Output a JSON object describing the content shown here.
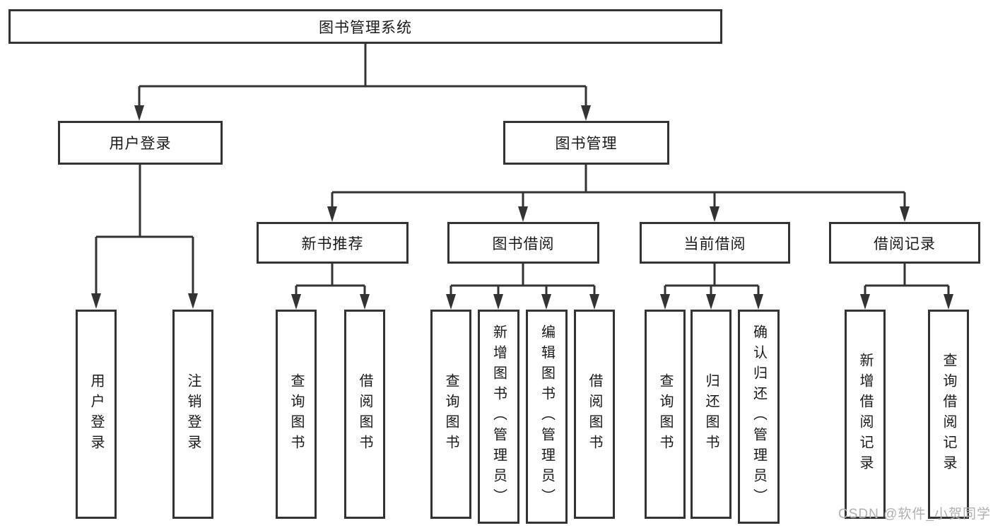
{
  "diagram": {
    "root": {
      "label": "图书管理系统"
    },
    "user_login": {
      "label": "用户登录",
      "children": [
        {
          "label": "用户登录"
        },
        {
          "label": "注销登录"
        }
      ]
    },
    "book_management": {
      "label": "图书管理",
      "children": [
        {
          "label": "新书推荐",
          "children": [
            {
              "label": "查询图书"
            },
            {
              "label": "借阅图书"
            }
          ]
        },
        {
          "label": "图书借阅",
          "children": [
            {
              "label": "查询图书"
            },
            {
              "label": "新增图书（管理员）"
            },
            {
              "label": "编辑图书（管理员）"
            },
            {
              "label": "借阅图书"
            }
          ]
        },
        {
          "label": "当前借阅",
          "children": [
            {
              "label": "查询图书"
            },
            {
              "label": "归还图书"
            },
            {
              "label": "确认归还（管理员）"
            }
          ]
        },
        {
          "label": "借阅记录",
          "children": [
            {
              "label": "新增借阅记录"
            },
            {
              "label": "查询借阅记录"
            }
          ]
        }
      ]
    }
  },
  "watermark": {
    "text": "CSDN @软件_小贺同学"
  },
  "colors": {
    "line": "#333333",
    "box_border": "#333333",
    "text": "#1a1a1a",
    "watermark": "#b0b0b0",
    "background": "#ffffff"
  }
}
